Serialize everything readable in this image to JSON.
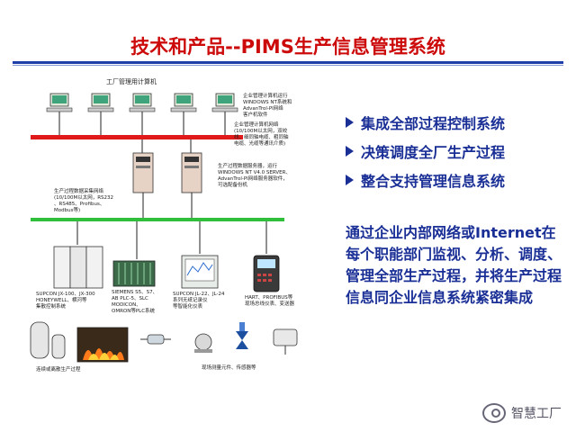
{
  "slide": {
    "title": "技术和产品--PIMS生产信息管理系统"
  },
  "diagram": {
    "factory_label": "工厂管理用计算机",
    "mgmt_net_note": "企业管理计算机运行\nWINDOWS NT系统和\nAdvanTrol-PI网络\n客户机软件",
    "mgmt_net_spec": "企业管理计算机网络\n(10/100M以太网，双绞\n线、细同轴电缆、粗同轴\n电缆、光缆等通讯介质)",
    "server_note": "生产过程数据服务器，运行\nWINDOWS NT V4.0 SERVER、\nAdvanTrol-PI网络服务器软件，\n可选配备份机",
    "prod_net_note": "生产过程数据采集网络\n(10/100M以太网，RS232\n、RS485、Profibus、\nModbus等)",
    "dcs_label": "SUPCON JX-100、JX-300\nHONEYWELL、横河等\n集散控制系统",
    "plc_label": "SIEMENS S5、S7、\nAB PLC-5、SLC\nMODICON、\nOMRON等PLC系统",
    "recorder_label": "SUPCON JL-22、JL-24\n系列无纸记录仪\n等智能化仪表",
    "hart_label": "HART、PROFIBUS等\n现场总线仪表、变送器",
    "process_label": "连续或离散生产过程",
    "field_label": "现场测量元件、传感器等"
  },
  "bullets": [
    "集成全部过程控制系统",
    "决策调度全厂生产过程",
    "整合支持管理信息系统"
  ],
  "paragraph": "通过企业内部网络或Internet在每个职能部门监视、分析、调度、管理全部生产过程，并将生产过程信息同企业信息系统紧密集成",
  "logo": {
    "text": "智慧工厂"
  }
}
